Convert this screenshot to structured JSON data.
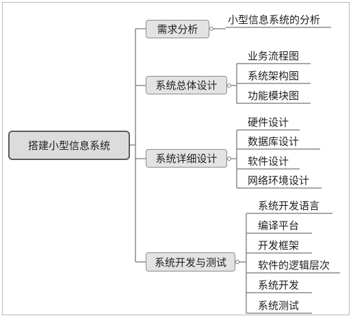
{
  "root": {
    "label": "搭建小型信息系统"
  },
  "branches": [
    {
      "label": "需求分析",
      "leaves": [
        "小型信息系统的分析"
      ]
    },
    {
      "label": "系统总体设计",
      "leaves": [
        "业务流程图",
        "系统架构图",
        "功能模块图"
      ]
    },
    {
      "label": "系统详细设计",
      "leaves": [
        "硬件设计",
        "数据库设计",
        "软件设计",
        "网络环境设计"
      ]
    },
    {
      "label": "系统开发与测试",
      "leaves": [
        "系统开发语言",
        "编译平台",
        "开发框架",
        "软件的逻辑层次",
        "系统开发",
        "系统测试"
      ]
    }
  ]
}
